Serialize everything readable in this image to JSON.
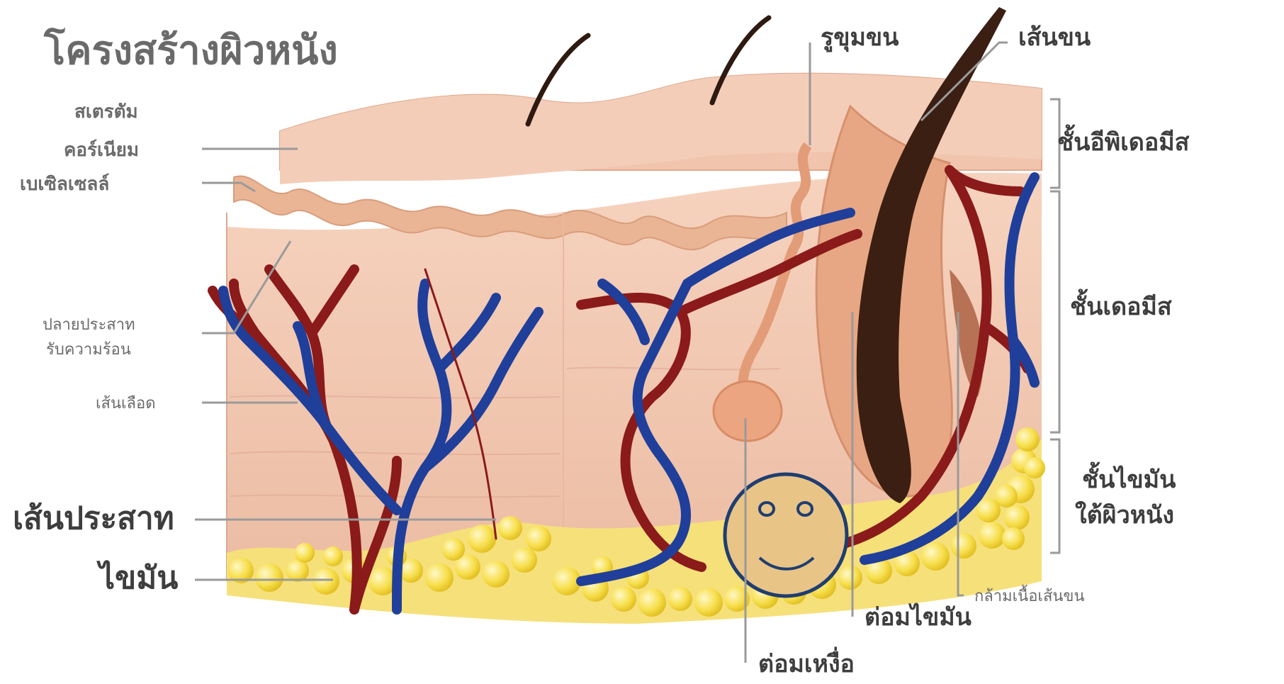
{
  "title": "โครงสร้างผิวหนัง",
  "labels": {
    "stratum_1": "สเตรตัม",
    "stratum_2": "คอร์เนียม",
    "basal_cell": "เบเซิลเซลล์",
    "nerve_ending_1": "ปลายประสาท",
    "nerve_ending_2": "รับความร้อน",
    "blood_vessel": "เส้นเลือด",
    "nerve": "เส้นประสาท",
    "fat": "ไขมัน",
    "hair_pore": "รูขุมขน",
    "hair": "เส้นขน",
    "epidermis": "ชั้นอีพิเดอมีส",
    "dermis": "ชั้นเดอมีส",
    "subcutaneous_1": "ชั้นไขมัน",
    "subcutaneous_2": "ใต้ผิวหนัง",
    "hair_muscle": "กล้ามเนื้อเส้นขน",
    "sebaceous_gland": "ต่อมไขมัน",
    "sweat_gland": "ต่อมเหงื่อ"
  },
  "colors": {
    "artery": "#8b1a1a",
    "vein": "#1f3f9a",
    "fat": "#f5dc4a",
    "skin": "#f2c7ae",
    "smiley": "#e8c487"
  },
  "icons": [
    "smiley-face-icon"
  ]
}
